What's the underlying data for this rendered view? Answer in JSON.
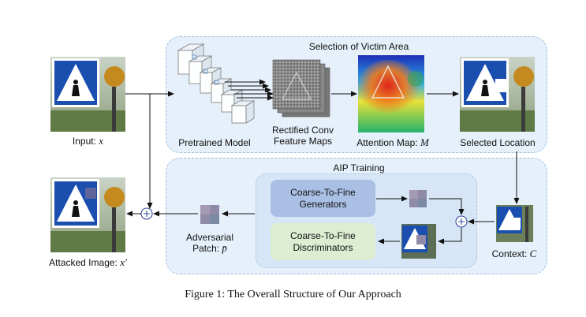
{
  "figure": {
    "caption": "Figure 1: The Overall Structure of Our Approach"
  },
  "selection_region": {
    "title": "Selection of Victim Area",
    "pretrained_model_label": "Pretrained Model",
    "feature_maps_label_line1": "Rectified Conv",
    "feature_maps_label_line2": "Feature Maps",
    "attention_label": "Attention Map: ",
    "attention_symbol": "M",
    "selected_location_label": "Selected Location"
  },
  "aip_region": {
    "title": "AIP Training",
    "generators_line1": "Coarse-To-Fine",
    "generators_line2": "Generators",
    "discriminators_line1": "Coarse-To-Fine",
    "discriminators_line2": "Discriminators",
    "patch_label_line1": "Adversarial",
    "patch_label_line2": "Patch: ",
    "patch_symbol": "p̄",
    "context_label": "Context: ",
    "context_symbol": "C"
  },
  "input": {
    "label": "Input: ",
    "symbol": "x"
  },
  "output": {
    "label": "Attacked Image: ",
    "symbol": "x′"
  },
  "colors": {
    "region_fill": "#e6f0fa",
    "region_border": "#9ec2e0",
    "generator_fill": "#a9bfe3",
    "discriminator_fill": "#dcedd1",
    "arrow": "#111111",
    "sign_blue": "#1a4fb0"
  }
}
